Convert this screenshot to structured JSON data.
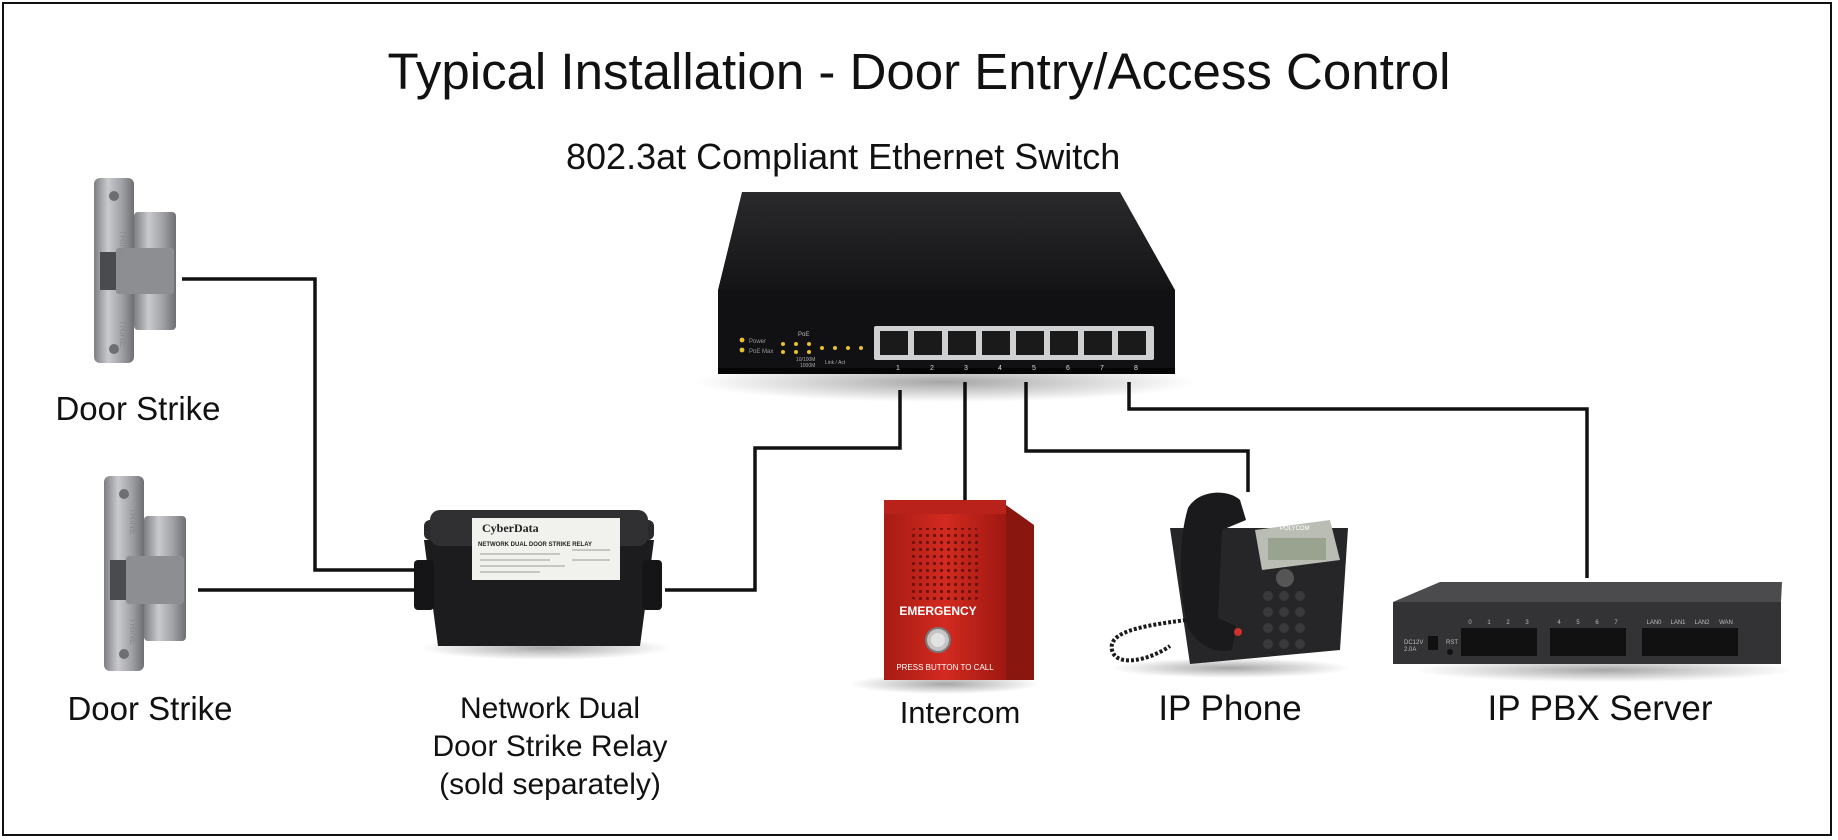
{
  "title": "Typical Installation - Door Entry/Access Control",
  "switch": {
    "label": "802.3at Compliant Ethernet Switch",
    "power_led": "Power",
    "poe_max_led": "PoE Max",
    "poe_group_label": "PoE",
    "speed_legend_1": "10/100M",
    "speed_legend_2": "1000M",
    "link_act": "Link / Act",
    "port_numbers": [
      "1",
      "2",
      "3",
      "4",
      "5",
      "6",
      "7",
      "8"
    ]
  },
  "door_strike_top": {
    "label": "Door Strike",
    "engraving_top": "TRINE",
    "engraving_bottom": "TRINE"
  },
  "door_strike_bottom": {
    "label": "Door Strike",
    "engraving_top": "TRINE",
    "engraving_bottom": "TRINE"
  },
  "relay": {
    "label_line1": "Network Dual",
    "label_line2": "Door Strike Relay",
    "label_line3": "(sold separately)",
    "brand": "CyberData",
    "sticker_title": "NETWORK DUAL DOOR STRIKE RELAY"
  },
  "intercom": {
    "label": "Intercom",
    "panel_text": "EMERGENCY",
    "button_text": "PRESS BUTTON TO CALL"
  },
  "ip_phone": {
    "label": "IP Phone",
    "brand": "POLYCOM"
  },
  "pbx": {
    "label": "IP PBX Server",
    "power_text_1": "DC12V",
    "power_text_2": "2.0A",
    "reset_text": "RST",
    "port_labels_a": [
      "0",
      "1",
      "2",
      "3"
    ],
    "port_labels_b": [
      "4",
      "5",
      "6",
      "7"
    ],
    "port_labels_c": [
      "LAN0",
      "LAN1",
      "LAN2",
      "WAN"
    ]
  },
  "colors": {
    "line": "#111111",
    "switch_body": "#1d1d1f",
    "intercom_red": "#c4241b",
    "strike_metal": "#a9aaad",
    "pbx_body": "#3a3a3c",
    "led_yellow": "#e8c02a"
  }
}
